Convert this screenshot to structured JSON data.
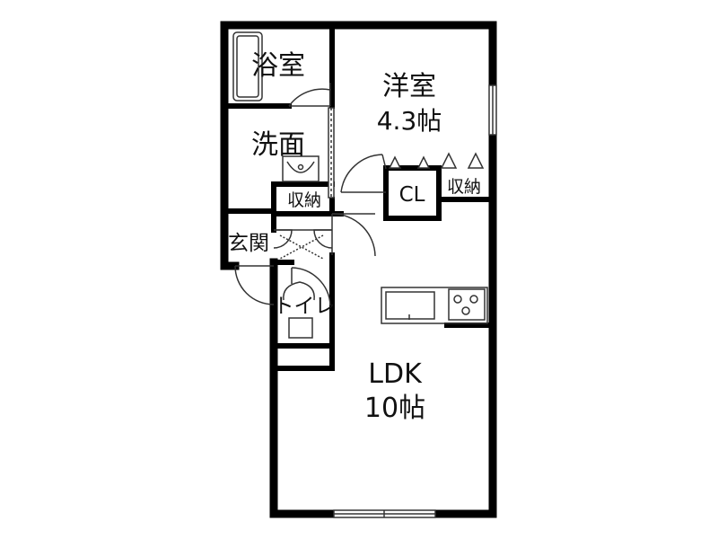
{
  "rooms": {
    "bath": "浴室",
    "washroom": "洗面",
    "western_room": "洋室",
    "western_room_size": "4.3帖",
    "closet": "CL",
    "storage_right": "収納",
    "storage_center": "収納",
    "entrance": "玄関",
    "toilet": "トイレ",
    "ldk": "LDK",
    "ldk_size": "10帖"
  },
  "colors": {
    "wall": "#000000",
    "line": "#333333",
    "background": "#ffffff"
  }
}
